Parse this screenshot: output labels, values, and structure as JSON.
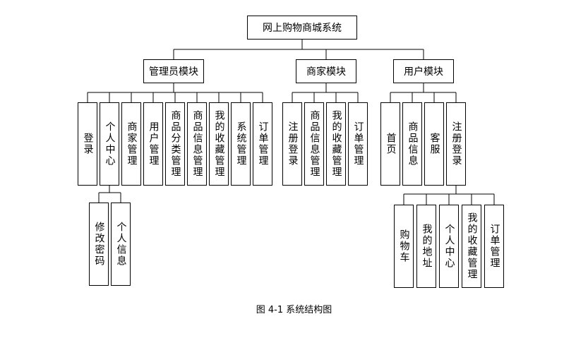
{
  "root": "网上购物商城系统",
  "modules": [
    {
      "label": "管理员模块",
      "children": [
        "登录",
        "个人中心",
        "商家管理",
        "用户管理",
        "商品分类管理",
        "商品信息管理",
        "我的收藏管理",
        "系统管理",
        "订单管理"
      ],
      "sub_children": [
        "修改密码",
        "个人信息"
      ]
    },
    {
      "label": "商家模块",
      "children": [
        "注册登录",
        "商品信息管理",
        "我的收藏管理",
        "订单管理"
      ]
    },
    {
      "label": "用户模块",
      "children": [
        "首页",
        "商品信息",
        "客服",
        "注册登录"
      ],
      "sub_children": [
        "购物车",
        "我的地址",
        "个人中心",
        "我的收藏管理",
        "订单管理"
      ]
    }
  ],
  "caption": "图 4-1   系统结构图"
}
